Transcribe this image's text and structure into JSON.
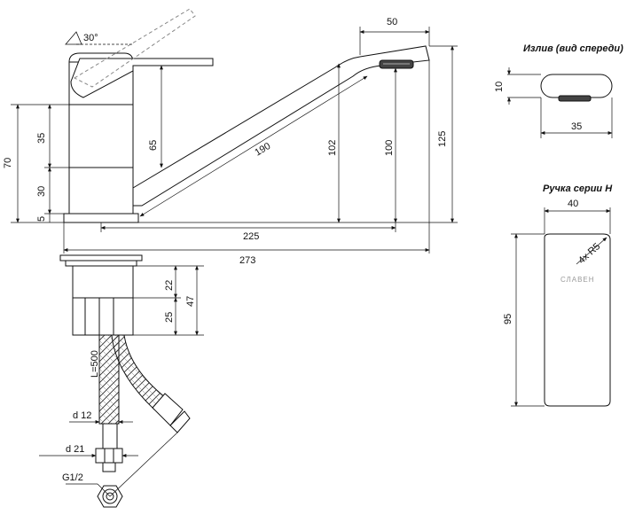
{
  "annotations": {
    "angle": "30°",
    "spout_extent": "50",
    "body_height": "70",
    "upper_section": "35",
    "lower_section": "30",
    "base_height": "5",
    "handle_height": "65",
    "spout_length": "190",
    "spout_top": "102",
    "spout_outlet": "100",
    "total_height": "125",
    "reach": "225",
    "total_length": "273",
    "mount_upper": "22",
    "mount_lower": "25",
    "mount_total": "47",
    "hose_length": "L=500",
    "hose_diameter": "d 12",
    "nut_diameter": "d 21",
    "thread": "G1/2"
  },
  "spout_view": {
    "title": "Излив (вид спереди)",
    "height": "10",
    "width": "35"
  },
  "handle_view": {
    "title": "Ручка серии Н",
    "width": "40",
    "height": "95",
    "radius": "4x R5",
    "brand": "СЛАВЕН"
  }
}
